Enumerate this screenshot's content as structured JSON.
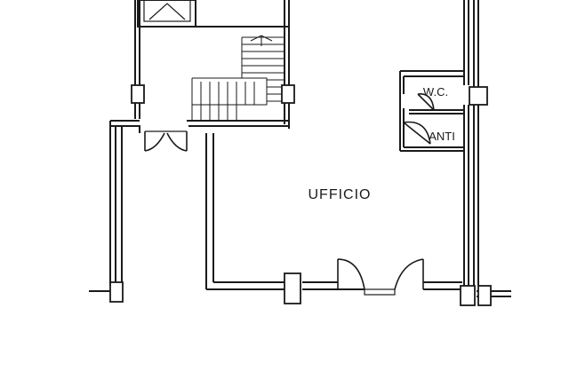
{
  "labels": {
    "office": "UFFICIO",
    "wc": "W.C.",
    "anti": "ANTI"
  },
  "colors": {
    "line": "#1a1a1a",
    "background": "#ffffff"
  }
}
